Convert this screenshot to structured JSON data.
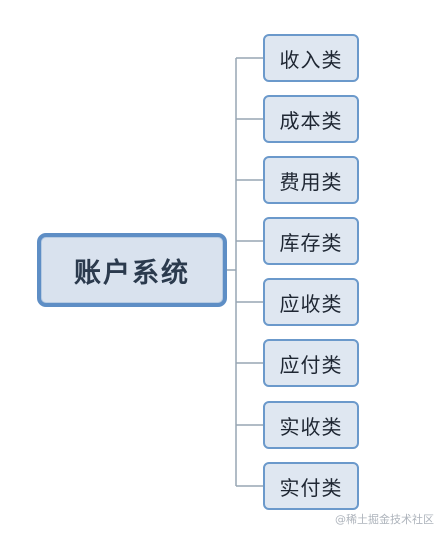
{
  "diagram": {
    "root": {
      "label": "账户系统"
    },
    "children": [
      {
        "label": "收入类"
      },
      {
        "label": "成本类"
      },
      {
        "label": "费用类"
      },
      {
        "label": "库存类"
      },
      {
        "label": "应收类"
      },
      {
        "label": "应付类"
      },
      {
        "label": "实收类"
      },
      {
        "label": "实付类"
      }
    ],
    "watermark": "@稀土掘金技术社区"
  },
  "colors": {
    "background": "#ffffff",
    "root_border": "#5e8ec5",
    "root_fill": "#d9e2ee",
    "child_border": "#6b99cb",
    "child_fill": "#dfe7f1",
    "connector": "#97a5b3",
    "root_text": "#2b3a4d",
    "child_text": "#1f2733",
    "watermark_text": "#aeb4bc"
  }
}
